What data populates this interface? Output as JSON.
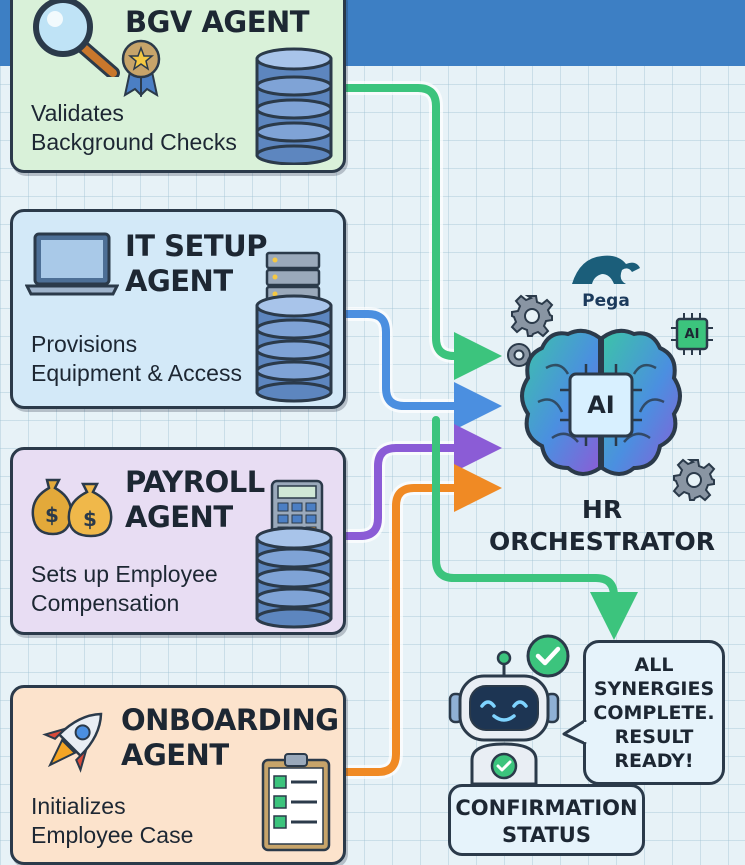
{
  "agents": [
    {
      "title_lines": [
        "BGV AGENT"
      ],
      "desc_lines": [
        "Validates",
        "Background Checks"
      ],
      "color": "#d9f1d9"
    },
    {
      "title_lines": [
        "IT SETUP",
        "AGENT"
      ],
      "desc_lines": [
        "Provisions",
        "Equipment & Access"
      ],
      "color": "#d3e9f8"
    },
    {
      "title_lines": [
        "PAYROLL",
        "AGENT"
      ],
      "desc_lines": [
        "Sets up Employee",
        "Compensation"
      ],
      "color": "#e8ddf3"
    },
    {
      "title_lines": [
        "ONBOARDING",
        "AGENT"
      ],
      "desc_lines": [
        "Initializes",
        "Employee Case"
      ],
      "color": "#fce3cc"
    }
  ],
  "orchestrator": {
    "brand": "Pega",
    "chip_label": "AI",
    "small_chip_label": "AI",
    "title_lines": [
      "HR",
      "ORCHESTRATOR"
    ]
  },
  "result": {
    "bubble_lines": [
      "ALL",
      "SYNERGIES",
      "COMPLETE.",
      "RESULT",
      "READY!"
    ],
    "status_lines": [
      "CONFIRMATION",
      "STATUS"
    ]
  },
  "connector_colors": {
    "green": "#3cc47d",
    "blue": "#4b8fe0",
    "purple": "#8b5cd6",
    "orange": "#f08a24"
  }
}
